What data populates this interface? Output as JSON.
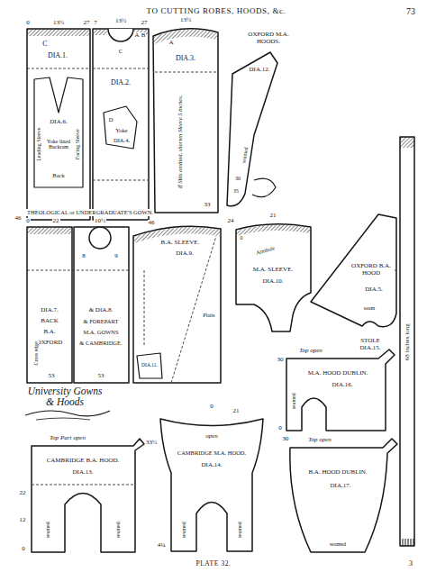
{
  "diagram": {
    "title": "University Gowns & Hoods",
    "caption": "PLATE 32.",
    "nodes": [
      {
        "text": [
          "C",
          "DIA.1."
        ]
      },
      {
        "text": [
          "DIA.6.",
          "Yoke lined Buckram",
          "Leading Sleeve",
          "Back",
          "Facing Sleeve"
        ],
        "in": 0
      },
      {
        "text": [
          "DIA.2."
        ]
      },
      {
        "text": [
          "D",
          "Yoke",
          "DIA.4."
        ],
        "in": 2
      },
      {
        "text": [
          "DIA.3.",
          "If Slits omitted, shorten Sleeve 5 inches."
        ]
      },
      {
        "text": [
          "OXFORD M.A. HOODS.",
          "DIA.12."
        ]
      },
      {
        "text": [
          "STOLE DIA.15.",
          "68 inches long"
        ]
      },
      {
        "text": [
          "DIA.7.",
          "BACK",
          "B.A.",
          "OXFORD"
        ]
      },
      {
        "text": [
          "& DIA.8.",
          "& FOREPART",
          "M.A. GOWNS",
          "& CAMBRIDGE."
        ]
      },
      {
        "text": [
          "B.A. SLEEVE.",
          "DIA.9."
        ]
      },
      {
        "text": [
          "DIA.11."
        ],
        "in": 9
      },
      {
        "text": [
          "M.A. SLEEVE.",
          "DIA.10."
        ]
      },
      {
        "text": [
          "OXFORD B.A. HOOD",
          "DIA.5."
        ]
      },
      {
        "text": [
          "Top open",
          "M.A. HOOD DUBLIN.",
          "DIA.16."
        ]
      },
      {
        "text": [
          "Top Part open",
          "CAMBRIDGE B.A. HOOD.",
          "DIA.13."
        ]
      },
      {
        "text": [
          "open",
          "CAMBRIDGE M.A. HOOD.",
          "DIA.14."
        ]
      },
      {
        "text": [
          "Top open",
          "B.A. HOOD DUBLIN.",
          "DIA.17."
        ]
      }
    ],
    "labels": [
      "TO CUTTING ROBES, HOODS, &c.",
      "73",
      "THEOLOGICAL or UNDERGRADUATE'S GOWN.",
      "0",
      "13½",
      "27",
      "46",
      "7",
      "13½",
      "27",
      "A",
      "B",
      "C",
      "46",
      "13½",
      "A",
      "33",
      "35",
      "30",
      "seamed",
      "0",
      "22",
      "Cross edge",
      "53",
      "53",
      "10½",
      "8",
      "9",
      "Plaits",
      "24",
      "21",
      "0",
      "Armhole",
      "seam",
      "seamed",
      "30",
      "0",
      "33½",
      "22",
      "12",
      "0",
      "seamed",
      "seamed",
      "0",
      "21",
      "seamed",
      "seamed",
      "4¼",
      "30",
      "seamed",
      "3"
    ]
  }
}
